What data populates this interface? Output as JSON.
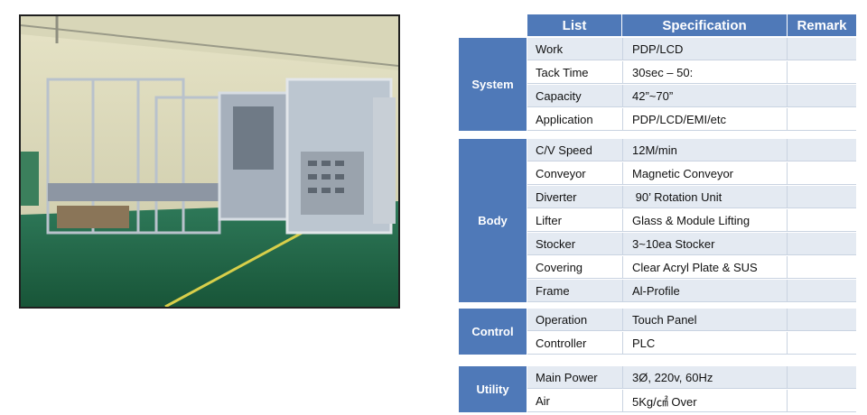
{
  "photo": {
    "subject": "equipment-photo"
  },
  "table": {
    "headers": {
      "list": "List",
      "specification": "Specification",
      "remark": "Remark"
    },
    "groups": [
      {
        "label": "System",
        "rows": [
          {
            "name": "Work",
            "value": "PDP/LCD",
            "remark": ""
          },
          {
            "name": "Tack Time",
            "value": "30sec – 50:",
            "remark": ""
          },
          {
            "name": "Capacity",
            "value": "42”~70”",
            "remark": ""
          },
          {
            "name": "Application",
            "value": "PDP/LCD/EMI/etc",
            "remark": ""
          }
        ]
      },
      {
        "label": "Body",
        "rows": [
          {
            "name": "C/V Speed",
            "value": "12M/min",
            "remark": ""
          },
          {
            "name": "Conveyor",
            "value": "Magnetic Conveyor",
            "remark": ""
          },
          {
            "name": "Diverter",
            "value": " 90’ Rotation Unit",
            "remark": ""
          },
          {
            "name": "Lifter",
            "value": "Glass & Module Lifting",
            "remark": ""
          },
          {
            "name": "Stocker",
            "value": "3~10ea Stocker",
            "remark": ""
          },
          {
            "name": "Covering",
            "value": "Clear Acryl Plate & SUS",
            "remark": ""
          },
          {
            "name": "Frame",
            "value": "Al-Profile",
            "remark": ""
          }
        ]
      },
      {
        "label": "Control",
        "rows": [
          {
            "name": "Operation",
            "value": "Touch Panel",
            "remark": ""
          },
          {
            "name": "Controller",
            "value": "PLC",
            "remark": ""
          }
        ]
      },
      {
        "label": "Utility",
        "rows": [
          {
            "name": "Main Power",
            "value": "3Ø, 220v, 60Hz",
            "remark": ""
          },
          {
            "name": "Air",
            "value": "5Kg/㎠ Over",
            "remark": ""
          }
        ]
      }
    ]
  }
}
